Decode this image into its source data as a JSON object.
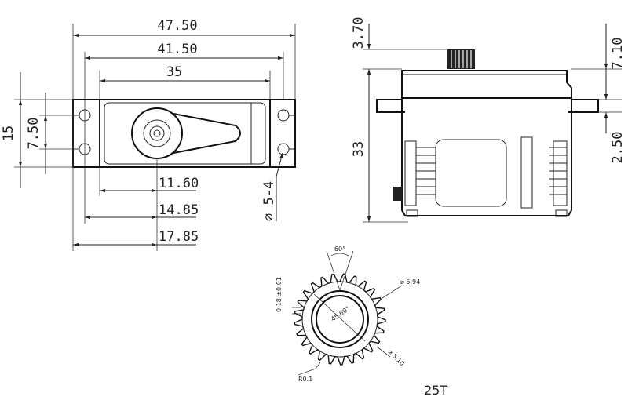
{
  "front_view": {
    "dim_overall_width": "47.50",
    "dim_mount_width": "41.50",
    "dim_body_width": "35",
    "dim_height": "15",
    "dim_hole_spacing": "7.50",
    "dim_shaft_offset_1": "11.60",
    "dim_shaft_offset_2": "14.85",
    "dim_shaft_offset_3": "17.85",
    "dim_hole_dia": "⌀ 5-4"
  },
  "side_view": {
    "dim_gear_height": "3.70",
    "dim_top_height": "7.10",
    "dim_body_height": "33",
    "dim_tab_thickness": "2.50"
  },
  "gear_detail": {
    "angle_60": "60°",
    "tol_018": "0.18 ±0.01",
    "angle_45": "45.60°",
    "dia_594": "⌀ 5.94",
    "dia_510": "⌀ 5.10",
    "radius_01": "R0.1",
    "teeth": "25T"
  }
}
